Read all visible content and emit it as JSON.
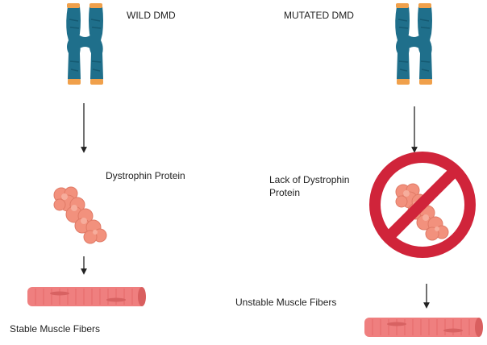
{
  "left": {
    "gene_label": "WILD DMD",
    "protein_label": "Dystrophin Protein",
    "fiber_label": "Stable Muscle Fibers"
  },
  "right": {
    "gene_label": "MUTATED DMD",
    "protein_label_line1": "Lack of Dystrophin",
    "protein_label_line2": "Protein",
    "fiber_label": "Unstable Muscle Fibers"
  },
  "colors": {
    "chromosome": "#1f6f8b",
    "chromosome_cap": "#f0a04b",
    "protein": "#f2917d",
    "muscle_fiber": "#ef7f7f",
    "prohibition_sign": "#d0243a",
    "arrow": "#222222"
  },
  "icons": [
    "chromosome-icon",
    "dystrophin-protein-icon",
    "muscle-fiber-icon",
    "prohibition-icon",
    "down-arrow-icon"
  ]
}
